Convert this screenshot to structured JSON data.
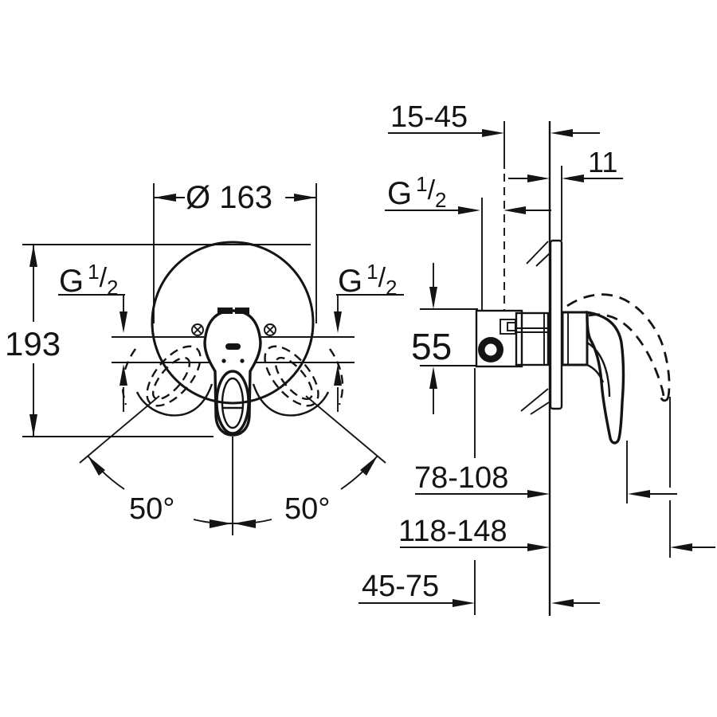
{
  "colors": {
    "ink": "#141414",
    "background": "#ffffff"
  },
  "thread_label": {
    "prefix": "G",
    "numerator": "1",
    "slash": "/",
    "denominator": "2"
  },
  "front_view": {
    "labels": {
      "diameter": "Ø 163",
      "overall_height": "193",
      "swivel_angle_left": "50°",
      "swivel_angle_right": "50°"
    }
  },
  "side_view": {
    "labels": {
      "rough_in_depth_range": "15-45",
      "escutcheon_thickness": "11",
      "valve_body_height": "55",
      "lever_projection": "78-108",
      "lever_projection_open": "118-148",
      "body_recess_depth_range": "45-75"
    }
  }
}
